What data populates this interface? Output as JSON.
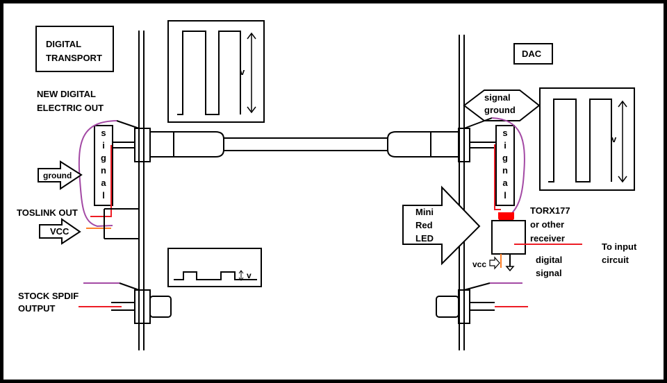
{
  "labels": {
    "digital_transport_line1": "DIGITAL",
    "digital_transport_line2": "TRANSPORT",
    "new_digital_line1": "NEW DIGITAL",
    "new_digital_line2": "ELECTRIC OUT",
    "signal_letters_left": [
      "s",
      "i",
      "g",
      "n",
      "a",
      "l"
    ],
    "signal_letters_right": [
      "s",
      "i",
      "g",
      "n",
      "a",
      "l"
    ],
    "ground_arrow": "ground",
    "toslink_out": "TOSLINK  OUT",
    "vcc_left": "VCC",
    "stock_spdif_line1": "STOCK SPDIF",
    "stock_spdif_line2": "OUTPUT",
    "dac": "DAC",
    "signal_ground_line1": "signal",
    "signal_ground_line2": "ground",
    "v_top": "v",
    "v_right": "v",
    "v_small": "v",
    "mini_red_led_line1": "Mini",
    "mini_red_led_line2": "Red",
    "mini_red_led_line3": "LED",
    "torx_line1": "TORX177",
    "torx_line2": "or other",
    "torx_line3": "receiver",
    "to_input_line1": "To input",
    "to_input_line2": "circuit",
    "vcc_right": "vcc",
    "digital_signal_line1": "digital",
    "digital_signal_line2": "signal"
  },
  "colors": {
    "wire_red": "#ed1c24",
    "wire_purple": "#a349a4",
    "wire_orange": "#ff7f27",
    "led_red": "#ff0000",
    "line_black": "#000000",
    "background": "#ffffff",
    "frame": "#000000"
  }
}
